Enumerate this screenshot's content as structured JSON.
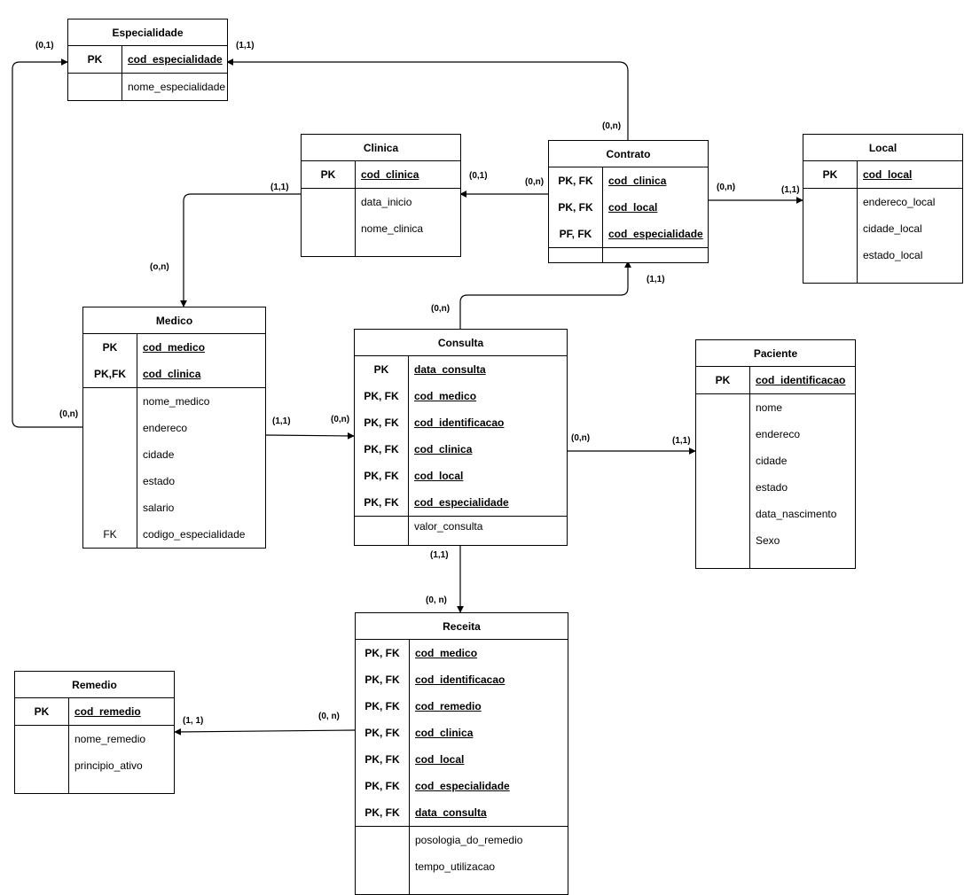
{
  "entities": {
    "especialidade": {
      "title": "Especialidade",
      "keys": [
        {
          "k": "PK",
          "n": "cod_especialidade"
        }
      ],
      "attrs": [
        {
          "k": "",
          "n": "nome_especialidade"
        }
      ]
    },
    "clinica": {
      "title": "Clinica",
      "keys": [
        {
          "k": "PK",
          "n": "cod_clinica"
        }
      ],
      "attrs": [
        {
          "k": "",
          "n": "data_inicio"
        },
        {
          "k": "",
          "n": "nome_clinica"
        }
      ]
    },
    "contrato": {
      "title": "Contrato",
      "keys": [
        {
          "k": "PK, FK",
          "n": "cod_clinica"
        },
        {
          "k": "PK, FK",
          "n": "cod_local"
        },
        {
          "k": "PF, FK",
          "n": "cod_especialidade"
        }
      ],
      "attrs": []
    },
    "local": {
      "title": "Local",
      "keys": [
        {
          "k": "PK",
          "n": "cod_local"
        }
      ],
      "attrs": [
        {
          "k": "",
          "n": "endereco_local"
        },
        {
          "k": "",
          "n": "cidade_local"
        },
        {
          "k": "",
          "n": "estado_local"
        }
      ]
    },
    "medico": {
      "title": "Medico",
      "keys": [
        {
          "k": "PK",
          "n": "cod_medico"
        },
        {
          "k": "PK,FK",
          "n": "cod_clinica"
        }
      ],
      "attrs": [
        {
          "k": "",
          "n": "nome_medico"
        },
        {
          "k": "",
          "n": "endereco"
        },
        {
          "k": "",
          "n": "cidade"
        },
        {
          "k": "",
          "n": "estado"
        },
        {
          "k": "",
          "n": "salario"
        },
        {
          "k": "FK",
          "n": "codigo_especialidade"
        }
      ]
    },
    "consulta": {
      "title": "Consulta",
      "keys": [
        {
          "k": "PK",
          "n": "data_consulta"
        },
        {
          "k": "PK, FK",
          "n": "cod_medico"
        },
        {
          "k": "PK, FK",
          "n": "cod_identificacao"
        },
        {
          "k": "PK, FK",
          "n": "cod_clinica"
        },
        {
          "k": "PK, FK",
          "n": "cod_local"
        },
        {
          "k": "PK, FK",
          "n": "cod_especialidade"
        }
      ],
      "attrs": [
        {
          "k": "",
          "n": "valor_consulta"
        }
      ]
    },
    "paciente": {
      "title": "Paciente",
      "keys": [
        {
          "k": "PK",
          "n": "cod_identificacao"
        }
      ],
      "attrs": [
        {
          "k": "",
          "n": "nome"
        },
        {
          "k": "",
          "n": "endereco"
        },
        {
          "k": "",
          "n": "cidade"
        },
        {
          "k": "",
          "n": "estado"
        },
        {
          "k": "",
          "n": "data_nascimento"
        },
        {
          "k": "",
          "n": "Sexo"
        }
      ]
    },
    "receita": {
      "title": "Receita",
      "keys": [
        {
          "k": "PK, FK",
          "n": "cod_medico"
        },
        {
          "k": "PK, FK",
          "n": "cod_identificacao"
        },
        {
          "k": "PK, FK",
          "n": "cod_remedio"
        },
        {
          "k": "PK, FK",
          "n": "cod_clinica"
        },
        {
          "k": "PK, FK",
          "n": "cod_local"
        },
        {
          "k": "PK, FK",
          "n": "cod_especialidade"
        },
        {
          "k": "PK, FK",
          "n": "data_consulta"
        }
      ],
      "attrs": [
        {
          "k": "",
          "n": "posologia_do_remedio"
        },
        {
          "k": "",
          "n": "tempo_utilizacao"
        }
      ]
    },
    "remedio": {
      "title": "Remedio",
      "keys": [
        {
          "k": "PK",
          "n": "cod_remedio"
        }
      ],
      "attrs": [
        {
          "k": "",
          "n": "nome_remedio"
        },
        {
          "k": "",
          "n": "principio_ativo"
        }
      ]
    }
  },
  "cardinalities": {
    "esp_left": "(0,1)",
    "esp_right": "(1,1)",
    "contrato_top": "(0,n)",
    "clinica_contrato_near_clinica": "(0,1)",
    "clinica_contrato_near_contrato": "(0,n)",
    "contrato_local_near_contrato": "(0,n)",
    "contrato_local_near_local": "(1,1)",
    "clinica_medico_near_clinica": "(1,1)",
    "clinica_medico_near_medico": "(o,n)",
    "medico_esp": "(0,n)",
    "consulta_contrato_near_contrato": "(1,1)",
    "consulta_contrato_near_consulta": "(0,n)",
    "medico_consulta_near_medico": "(1,1)",
    "medico_consulta_near_consulta": "(0,n)",
    "consulta_paciente_near_consulta": "(0,n)",
    "consulta_paciente_near_paciente": "(1,1)",
    "consulta_receita_near_consulta": "(1,1)",
    "consulta_receita_near_receita": "(0, n)",
    "receita_remedio_near_receita": "(0, n)",
    "receita_remedio_near_remedio": "(1, 1)"
  }
}
